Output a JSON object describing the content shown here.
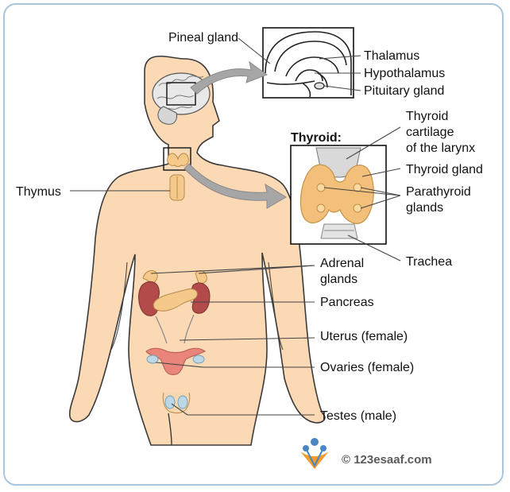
{
  "labels": {
    "pineal": "Pineal gland",
    "thalamus": "Thalamus",
    "hypothalamus": "Hypothalamus",
    "pituitary": "Pituitary gland",
    "thyroid_title": "Thyroid:",
    "thyroid_cartilage_1": "Thyroid",
    "thyroid_cartilage_2": "cartilage",
    "thyroid_cartilage_3": "of the larynx",
    "thyroid_gland": "Thyroid gland",
    "parathyroid_1": "Parathyroid",
    "parathyroid_2": "glands",
    "trachea": "Trachea",
    "thymus": "Thymus",
    "adrenal_1": "Adrenal",
    "adrenal_2": "glands",
    "pancreas": "Pancreas",
    "uterus": "Uterus (female)",
    "ovaries": "Ovaries (female)",
    "testes": "Testes (male)"
  },
  "watermark": {
    "text": "© 123esaaf.com"
  },
  "colors": {
    "skin": "#fbd9b4",
    "skin_outline": "#3a3a3a",
    "gland": "#f5c98a",
    "kidney": "#b34b4a",
    "uterus": "#e9857a",
    "testis": "#bcd8e6",
    "arrow": "#a6a6a6",
    "frame": "#a9c6dc"
  }
}
